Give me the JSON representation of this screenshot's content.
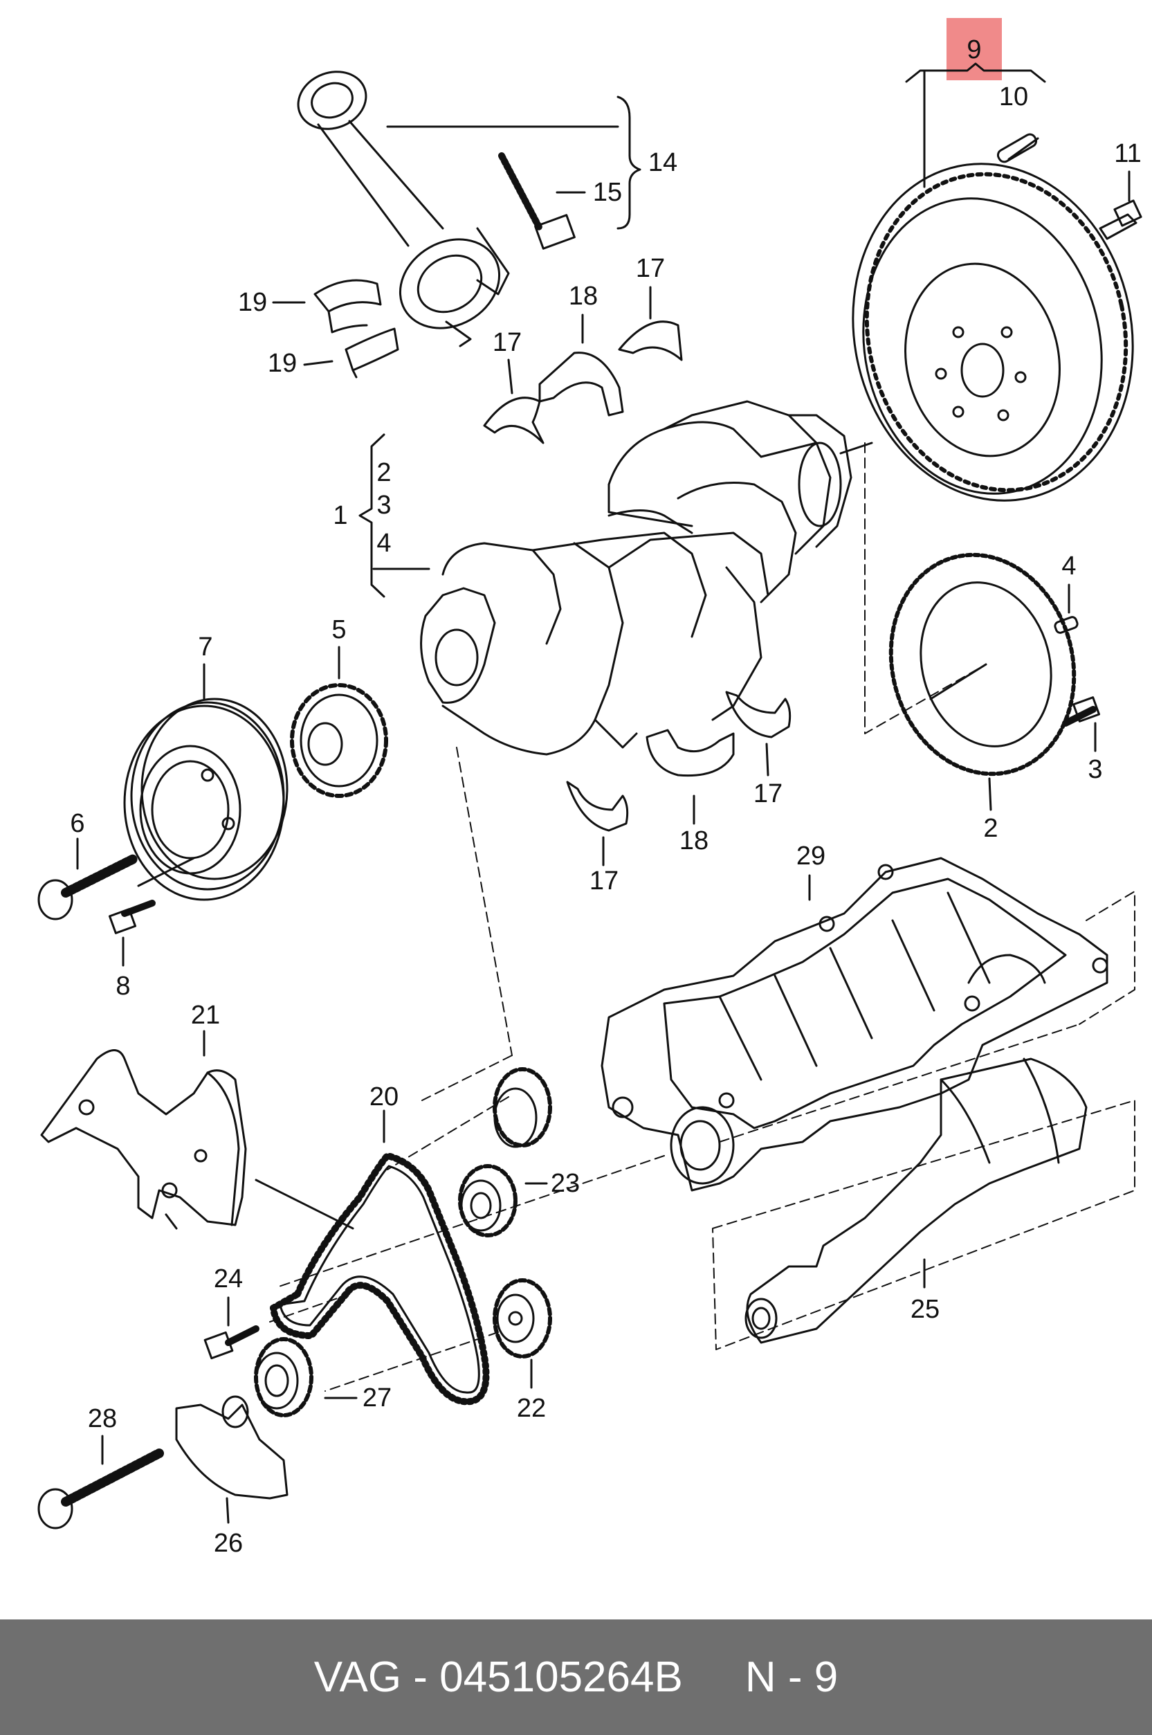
{
  "callouts": {
    "c9": "9",
    "c10": "10",
    "c11": "11",
    "c14": "14",
    "c15": "15",
    "c17a": "17",
    "c17b": "17",
    "c17c": "17",
    "c17d": "17",
    "c18a": "18",
    "c18b": "18",
    "c19a": "19",
    "c19b": "19",
    "c1": "1",
    "c2a": "2",
    "c3a": "3",
    "c4a": "4",
    "c5": "5",
    "c6": "6",
    "c7": "7",
    "c8": "8",
    "c4b": "4",
    "c3b": "3",
    "c2b": "2",
    "c29": "29",
    "c21": "21",
    "c20": "20",
    "c23": "23",
    "c24": "24",
    "c25": "25",
    "c27": "27",
    "c22": "22",
    "c28": "28",
    "c26": "26"
  },
  "highlight": {
    "callout": "9",
    "color": "#f08a8a"
  },
  "footer": {
    "brand_part": "VAG - 045105264B",
    "position": "N - 9"
  }
}
